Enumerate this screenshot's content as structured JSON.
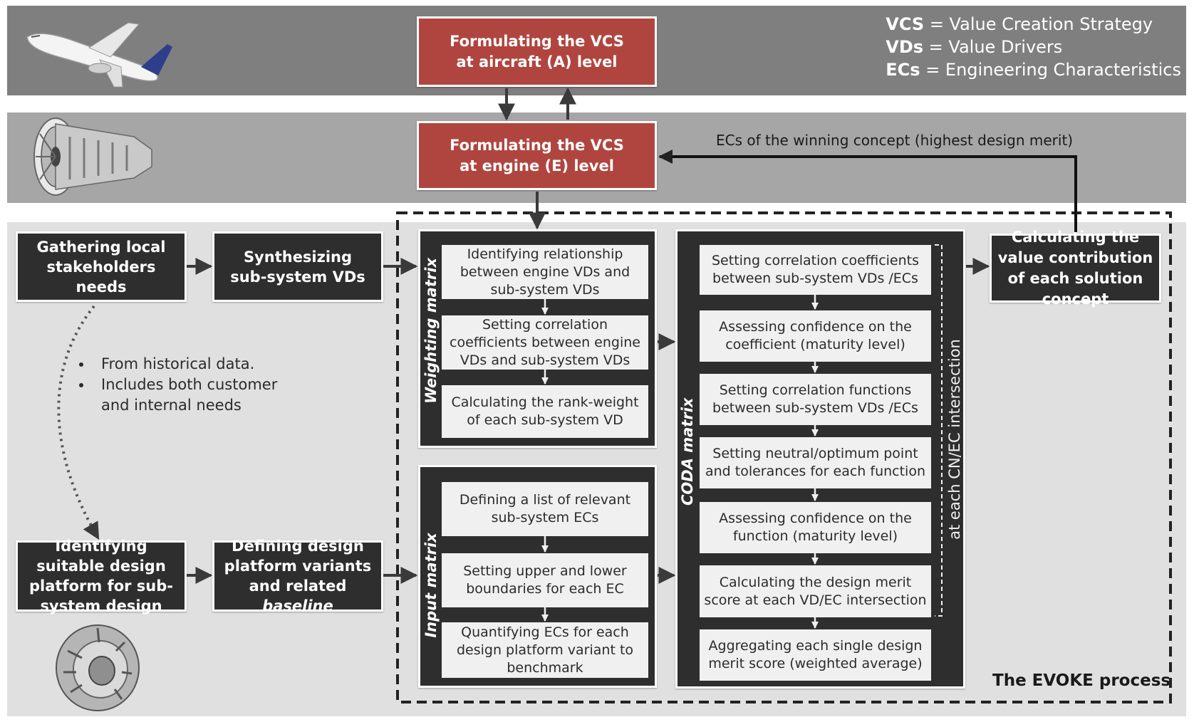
{
  "legend": [
    {
      "abbr": "VCS",
      "text": " = Value Creation Strategy"
    },
    {
      "abbr": "VDs",
      "text": " = Value Drivers"
    },
    {
      "abbr": "ECs",
      "text": " = Engineering Characteristics"
    }
  ],
  "aircraft_level": "Formulating the VCS at aircraft (A) level",
  "engine_level": "Formulating the VCS at engine (E) level",
  "feedback_label": "ECs of the winning concept (highest design merit)",
  "gathering": "Gathering local stakeholders needs",
  "synthesizing": "Synthesizing sub-system VDs",
  "identifying_platform": "Identifying suitable design platform for sub-system design",
  "defining_variants": "Defining design platform variants and related ",
  "defining_variants_em": "baseline",
  "notes": [
    "From historical data.",
    "Includes both customer and internal needs"
  ],
  "weighting_matrix": {
    "label": "Weighting matrix",
    "steps": [
      "Identifying relationship between engine VDs and sub-system VDs",
      "Setting correlation coefficients between engine VDs and sub-system VDs",
      "Calculating the rank-weight of each sub-system VD"
    ]
  },
  "input_matrix": {
    "label": "Input matrix",
    "steps": [
      "Defining a list of relevant sub-system ECs",
      "Setting upper and lower boundaries for each EC",
      "Quantifying ECs for each design platform variant to benchmark"
    ]
  },
  "coda_matrix": {
    "label": "CODA matrix",
    "steps": [
      "Setting correlation coefficients between sub-system VDs /ECs",
      "Assessing confidence on the coefficient (maturity level)",
      "Setting correlation functions between sub-system VDs /ECs",
      "Setting neutral/optimum point and tolerances for each function",
      "Assessing confidence on the function (maturity level)",
      "Calculating the design merit score at each VD/EC intersection",
      "Aggregating each single design merit score (weighted average)"
    ],
    "bracket_label": "at each CN/EC intersection"
  },
  "value_contribution": "Calculating the value contribution of each solution concept",
  "process_label": "The EVOKE process",
  "icons": [
    "aircraft-icon",
    "jet-engine-icon",
    "turbine-component-icon"
  ]
}
